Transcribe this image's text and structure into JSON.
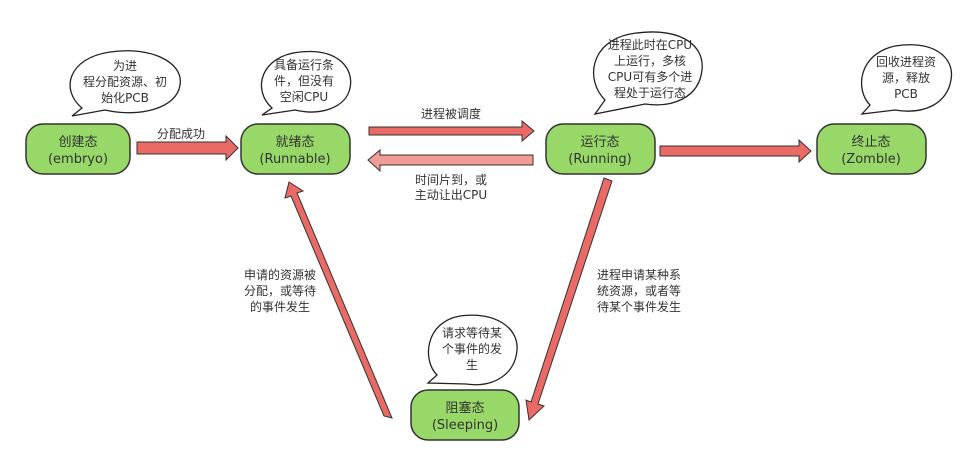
{
  "title": "进程状态转换图",
  "states": {
    "embryo": {
      "name": "创建态",
      "en": "(embryo)"
    },
    "runnable": {
      "name": "就绪态",
      "en": "(Runnable)"
    },
    "running": {
      "name": "运行态",
      "en": "(Running)"
    },
    "zombie": {
      "name": "终止态",
      "en": "(Zomble)"
    },
    "sleeping": {
      "name": "阻塞态",
      "en": "(Sleeping)"
    }
  },
  "bubbles": {
    "embryo": [
      "为进",
      "程分配资源、初",
      "始化PCB"
    ],
    "runnable": [
      "具备运行条",
      "件，但没有",
      "空闲CPU"
    ],
    "running": [
      "进程此时在CPU",
      "上运行，多核",
      "CPU可有多个进",
      "程处于运行态"
    ],
    "zombie": [
      "回收进程资",
      "源，释放",
      "PCB"
    ],
    "sleeping": [
      "请求等待某",
      "个事件的发",
      "生"
    ]
  },
  "transitions": {
    "embryo_to_runnable": [
      "分配成功"
    ],
    "runnable_to_running": [
      "进程被调度"
    ],
    "running_to_runnable": [
      "时间片到，或",
      "主动让出CPU"
    ],
    "running_to_sleeping": [
      "进程申请某种系",
      "统资源，或者等",
      "待某个事件发生"
    ],
    "sleeping_to_runnable": [
      "申请的资源被",
      "分配，或等待",
      "的事件发生"
    ],
    "running_to_zombie": []
  },
  "colors": {
    "state_fill": "#97d869",
    "arrow_fill": "#ea6b66",
    "arrow_light_fill": "#f19c99",
    "stroke": "#333333"
  }
}
